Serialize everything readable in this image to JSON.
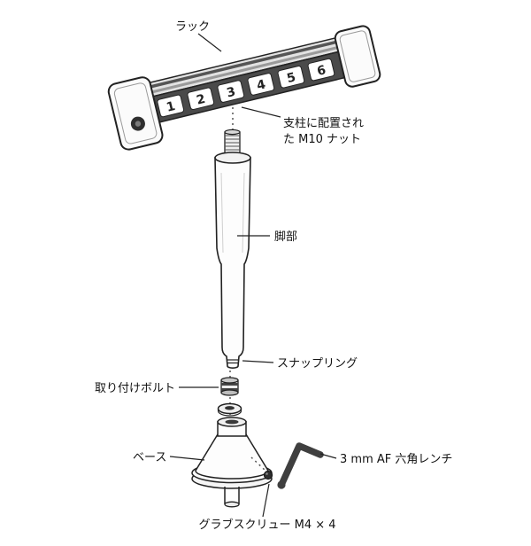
{
  "figure": {
    "background": "#ffffff",
    "line_color": "#1a1a1a",
    "dark_fill": "#4a4a4a"
  },
  "labels": {
    "rack": "ラック",
    "nut": [
      "支柱に配置され",
      "た M10 ナット"
    ],
    "leg": "脚部",
    "snap_ring": "スナップリング",
    "mounting_bolt": "取り付けボルト",
    "base": "ベース",
    "hex_wrench": "3 mm AF 六角レンチ",
    "grub_screw": "グラブスクリュー M4 × 4"
  },
  "rack_numbers": [
    "1",
    "2",
    "3",
    "4",
    "5",
    "6"
  ]
}
